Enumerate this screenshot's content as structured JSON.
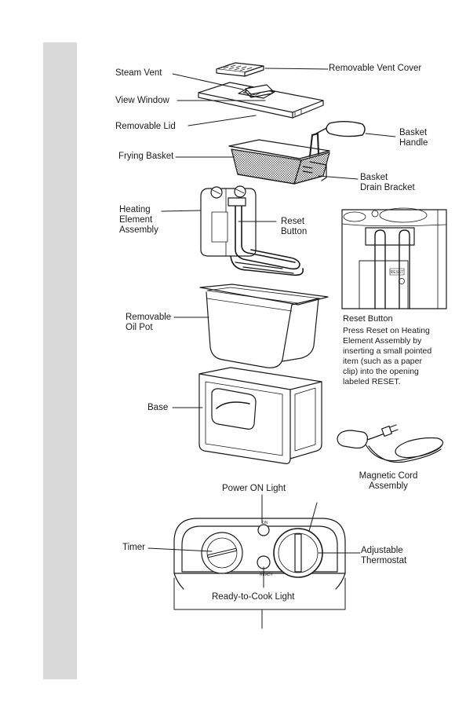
{
  "labels": {
    "steam_vent": "Steam Vent",
    "removable_vent_cover": "Removable Vent Cover",
    "view_window": "View Window",
    "removable_lid": "Removable Lid",
    "basket_handle": "Basket\nHandle",
    "frying_basket": "Frying Basket",
    "basket_drain_bracket": "Basket\nDrain Bracket",
    "heating_element_assembly": "Heating\nElement\nAssembly",
    "reset_button": "Reset\nButton",
    "removable_oil_pot": "Removable\nOil Pot",
    "base": "Base",
    "magnetic_cord_assembly": "Magnetic Cord\nAssembly",
    "power_on_light": "Power ON Light",
    "timer": "Timer",
    "adjustable_thermostat": "Adjustable\nThermostat",
    "ready_to_cook_light": "Ready-to-Cook Light"
  },
  "reset_panel": {
    "title": "Reset Button",
    "description": "Press Reset on Heating\nElement Assembly by\ninserting a small pointed\nitem (such as a paper\nclip) into the opening\nlabeled RESET.",
    "reset_tag": "RESET"
  },
  "colors": {
    "sidebar": "#d9d9d9",
    "line": "#1a1a1a"
  },
  "icons": [
    "fryer-lid",
    "vent-cover",
    "frying-basket",
    "heating-element",
    "oil-pot",
    "fryer-base",
    "magnetic-cord",
    "control-panel"
  ]
}
